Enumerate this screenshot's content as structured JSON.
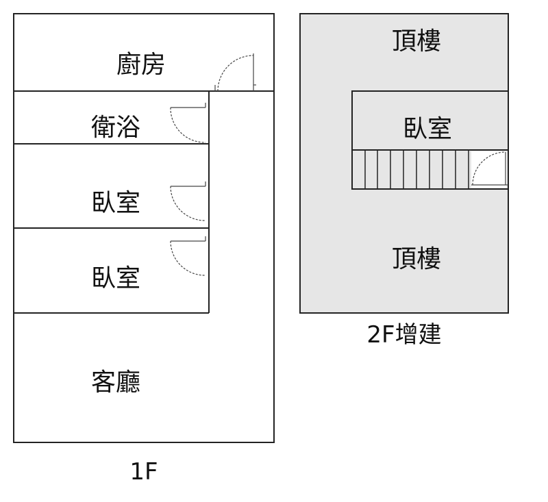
{
  "floor1": {
    "label": "1F",
    "rooms": {
      "kitchen": "廚房",
      "bathroom": "衛浴",
      "bedroom_1": "臥室",
      "bedroom_2": "臥室",
      "living_room": "客廳"
    }
  },
  "floor2": {
    "label": "2F增建",
    "rooms": {
      "rooftop_top": "頂樓",
      "bedroom": "臥室",
      "rooftop_bottom": "頂樓"
    }
  },
  "colors": {
    "floor2_fill": "#e6e6e6",
    "wall": "#222222"
  }
}
